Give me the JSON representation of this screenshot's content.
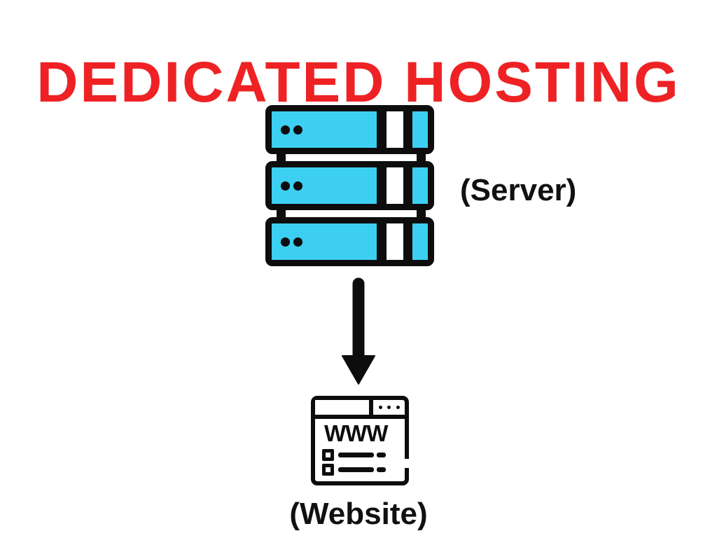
{
  "title": {
    "text": "DEDICATED HOSTING"
  },
  "colors": {
    "title_red": "#EE2224",
    "server_cyan": "#3CCFF2",
    "ink_black": "#0D0D0D",
    "background": "#FFFFFF"
  },
  "diagram": {
    "server": {
      "label": "(Server)",
      "unit_count": 3
    },
    "arrow": {
      "direction": "down"
    },
    "website": {
      "label": "(Website)",
      "www_text": "WWW"
    }
  }
}
